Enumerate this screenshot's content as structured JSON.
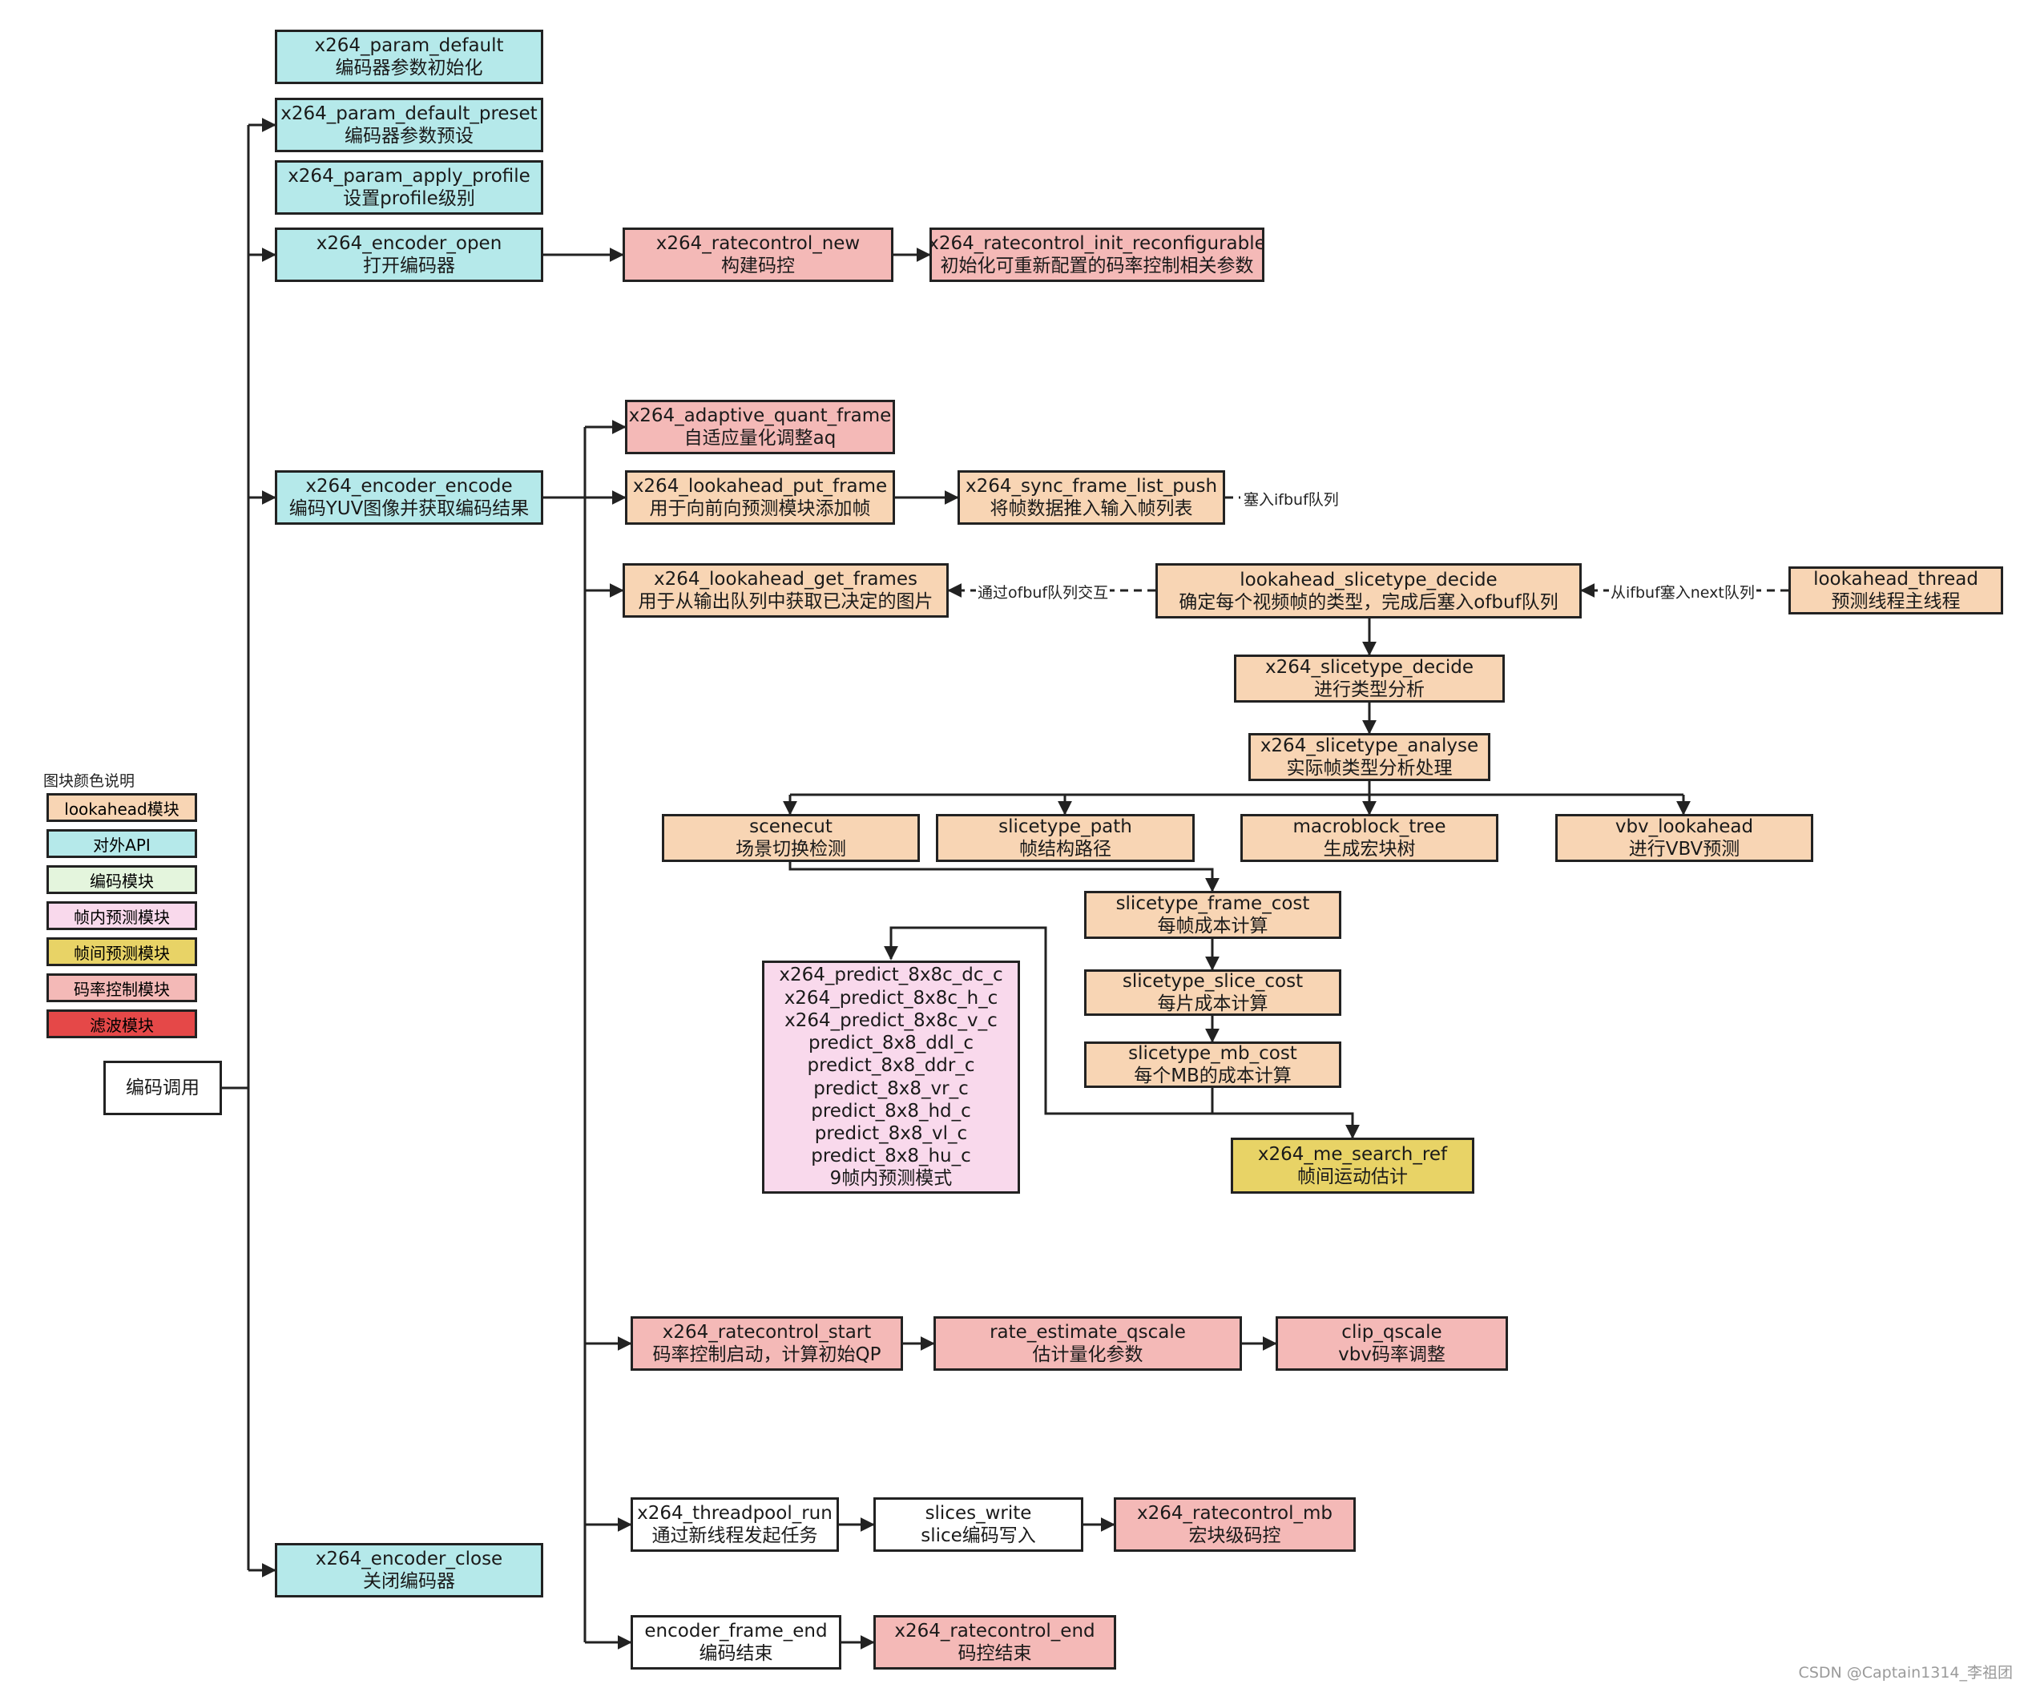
{
  "legend": {
    "title": "图块颜色说明",
    "items": [
      {
        "label": "lookahead模块",
        "color": "#f8d5b4"
      },
      {
        "label": "对外API",
        "color": "#b5e9ea"
      },
      {
        "label": "编码模块",
        "color": "#e4f5dd"
      },
      {
        "label": "帧内预测模块",
        "color": "#f9d9ec"
      },
      {
        "label": "帧间预测模块",
        "color": "#e8d366"
      },
      {
        "label": "码率控制模块",
        "color": "#f4b9b7"
      },
      {
        "label": "滤波模块",
        "color": "#e54848"
      }
    ]
  },
  "nodes": {
    "root": [
      "编码调用"
    ],
    "param_default": [
      "x264_param_default",
      "编码器参数初始化"
    ],
    "param_default_preset": [
      "x264_param_default_preset",
      "编码器参数预设"
    ],
    "param_apply_profile": [
      "x264_param_apply_profile",
      "设置profile级别"
    ],
    "encoder_open": [
      "x264_encoder_open",
      "打开编码器"
    ],
    "ratecontrol_new": [
      "x264_ratecontrol_new",
      "构建码控"
    ],
    "ratecontrol_init_reconfigurable": [
      "x264_ratecontrol_init_reconfigurable",
      "初始化可重新配置的码率控制相关参数"
    ],
    "encoder_encode": [
      "x264_encoder_encode",
      "编码YUV图像并获取编码结果"
    ],
    "adaptive_quant_frame": [
      "x264_adaptive_quant_frame",
      "自适应量化调整aq"
    ],
    "lookahead_put_frame": [
      "x264_lookahead_put_frame",
      "用于向前向预测模块添加帧"
    ],
    "sync_frame_list_push": [
      "x264_sync_frame_list_push",
      "将帧数据推入输入帧列表"
    ],
    "lookahead_get_frames": [
      "x264_lookahead_get_frames",
      "用于从输出队列中获取已决定的图片"
    ],
    "lookahead_slicetype_decide": [
      "lookahead_slicetype_decide",
      "确定每个视频帧的类型，完成后塞入ofbuf队列"
    ],
    "lookahead_thread": [
      "lookahead_thread",
      "预测线程主线程"
    ],
    "slicetype_decide": [
      "x264_slicetype_decide",
      "进行类型分析"
    ],
    "slicetype_analyse": [
      "x264_slicetype_analyse",
      "实际帧类型分析处理"
    ],
    "scenecut": [
      "scenecut",
      "场景切换检测"
    ],
    "slicetype_path": [
      "slicetype_path",
      "帧结构路径"
    ],
    "macroblock_tree": [
      "macroblock_tree",
      "生成宏块树"
    ],
    "vbv_lookahead": [
      "vbv_lookahead",
      "进行VBV预测"
    ],
    "slicetype_frame_cost": [
      "slicetype_frame_cost",
      "每帧成本计算"
    ],
    "slicetype_slice_cost": [
      "slicetype_slice_cost",
      "每片成本计算"
    ],
    "slicetype_mb_cost": [
      "slicetype_mb_cost",
      "每个MB的成本计算"
    ],
    "predict_8x8": [
      "x264_predict_8x8c_dc_c",
      "x264_predict_8x8c_h_c",
      "x264_predict_8x8c_v_c",
      "predict_8x8_ddl_c",
      "predict_8x8_ddr_c",
      "predict_8x8_vr_c",
      "predict_8x8_hd_c",
      "predict_8x8_vl_c",
      "predict_8x8_hu_c",
      "9帧内预测模式"
    ],
    "me_search_ref": [
      "x264_me_search_ref",
      "帧间运动估计"
    ],
    "ratecontrol_start": [
      "x264_ratecontrol_start",
      "码率控制启动，计算初始QP"
    ],
    "rate_estimate_qscale": [
      "rate_estimate_qscale",
      "估计量化参数"
    ],
    "clip_qscale": [
      "clip_qscale",
      "vbv码率调整"
    ],
    "threadpool_run": [
      "x264_threadpool_run",
      "通过新线程发起任务"
    ],
    "slices_write": [
      "slices_write",
      "slice编码写入"
    ],
    "ratecontrol_mb": [
      "x264_ratecontrol_mb",
      "宏块级码控"
    ],
    "encoder_close": [
      "x264_encoder_close",
      "关闭编码器"
    ],
    "encoder_frame_end": [
      "encoder_frame_end",
      "编码结束"
    ],
    "ratecontrol_end": [
      "x264_ratecontrol_end",
      "码控结束"
    ]
  },
  "edge_labels": {
    "push_ifbuf": "塞入ifbuf队列",
    "ofbuf_exchange": "通过ofbuf队列交互",
    "ifbuf_to_next": "从ifbuf塞入next队列"
  },
  "watermark": "CSDN @Captain1314_李祖团"
}
